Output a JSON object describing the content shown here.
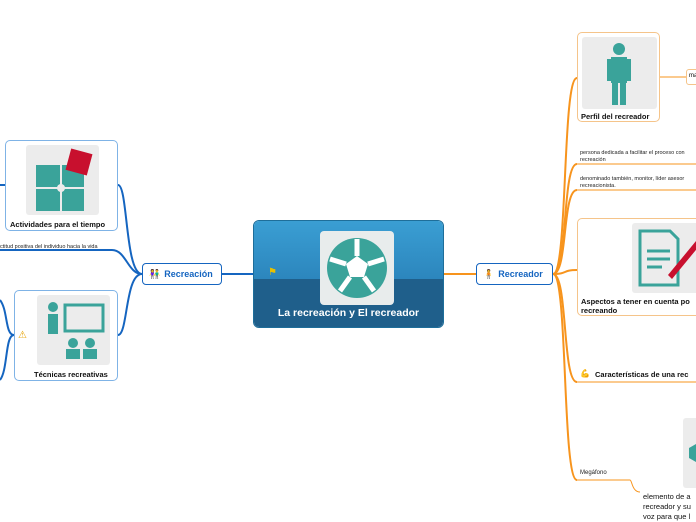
{
  "central": {
    "title": "La recreación y El recreador",
    "icon": "soccer-ball-icon"
  },
  "left": {
    "topic": "Recreación",
    "activities": "Actividades para el tiempo",
    "attitude": "ctitud positiva  del individuo hacia la vida",
    "techniques": "Técnicas recreativas"
  },
  "right": {
    "topic": "Recreador",
    "profile": "Perfil del recreador",
    "profile_child": "ma",
    "def1": "persona dedicada a facilitar el proceso con recreación",
    "def2": "denominado también, monitor, líder asesor recreacionista.",
    "aspects": "Aspectos a tener en cuenta po recreando",
    "characteristics": "Características de una rec",
    "megaphone": "Megáfono",
    "megaphone_desc": "elemento de a recreador y su voz para que l"
  },
  "colors": {
    "blue": "#1565c0",
    "orange": "#f7941d",
    "teal": "#3aa39a",
    "red": "#c8102e"
  }
}
